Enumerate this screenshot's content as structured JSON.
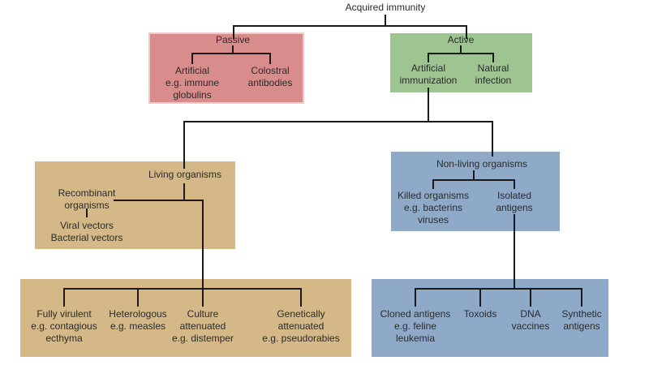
{
  "root": {
    "label": "Acquired immunity"
  },
  "passive": {
    "title": "Passive",
    "artificial": [
      "Artificial",
      "e.g. immune",
      "globulins"
    ],
    "colostral": [
      "Colostral",
      "antibodies"
    ],
    "color": "#d98c8c"
  },
  "active": {
    "title": "Active",
    "artificial": [
      "Artificial",
      "immunization"
    ],
    "natural": [
      "Natural",
      "infection"
    ],
    "color": "#9dc491"
  },
  "living": {
    "title": "Living organisms",
    "recombinant": [
      "Recombinant",
      "organisms"
    ],
    "vectors": [
      "Viral vectors",
      "Bacterial vectors"
    ],
    "color": "#d4b888"
  },
  "nonliving": {
    "title": "Non-living organisms",
    "killed": [
      "Killed organisms",
      "e.g. bacterins",
      "viruses"
    ],
    "isolated": [
      "Isolated",
      "antigens"
    ],
    "color": "#8eaac8"
  },
  "living_types": [
    [
      "Fully virulent",
      "e.g. contagious",
      "ecthyma"
    ],
    [
      "Heterologous",
      "e.g. measles"
    ],
    [
      "Culture",
      "attenuated",
      "e.g. distemper"
    ],
    [
      "Genetically",
      "attenuated",
      "e.g. pseudorabies"
    ]
  ],
  "antigen_types": [
    [
      "Cloned antigens",
      "e.g. feline",
      "leukemia"
    ],
    [
      "Toxoids"
    ],
    [
      "DNA",
      "vaccines"
    ],
    [
      "Synthetic",
      "antigens"
    ]
  ]
}
